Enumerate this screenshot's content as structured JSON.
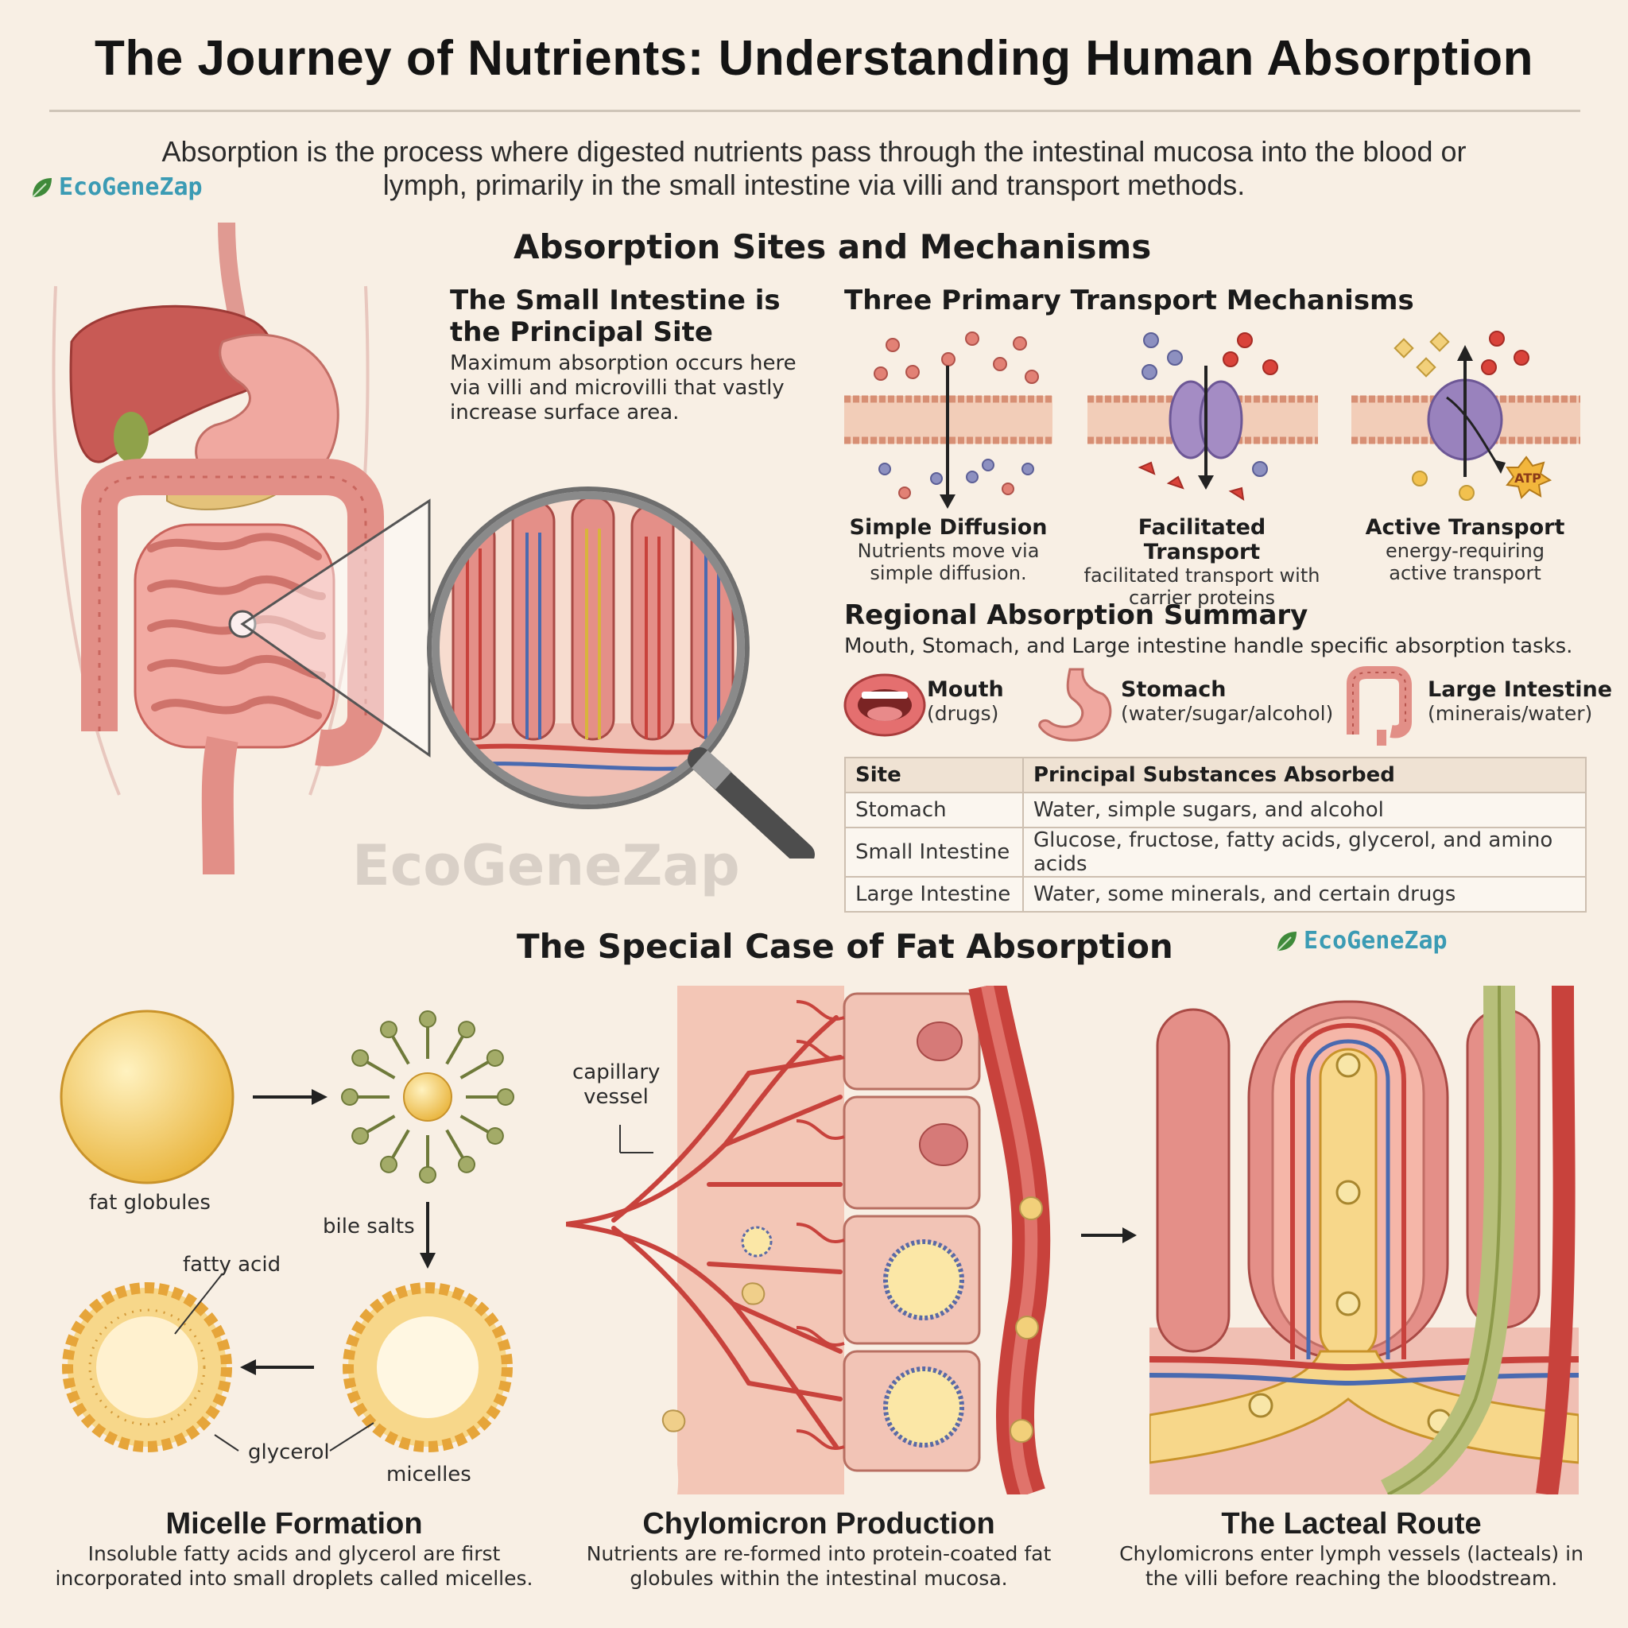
{
  "title": "The Journey of Nutrients: Understanding Human Absorption",
  "intro": "Absorption is the process where digested nutrients pass through the intestinal mucosa into the blood or lymph, primarily in the small intestine via villi and transport methods.",
  "brand": "EcoGeneZap",
  "watermark": "EcoGeneZap",
  "section1": {
    "heading": "Absorption Sites and Mechanisms",
    "principal": {
      "heading": "The Small Intestine is the Principal Site",
      "text": "Maximum absorption occurs here via villi and microvilli that vastly increase surface area."
    },
    "transport": {
      "heading": "Three Primary Transport Mechanisms",
      "items": [
        {
          "name": "Simple Diffusion",
          "desc": "Nutrients move via simple diffusion."
        },
        {
          "name": "Facilitated Transport",
          "desc": "facilitated transport with carrier proteins"
        },
        {
          "name": "Active Transport",
          "desc": "energy-requiring active transport"
        }
      ],
      "atp_label": "ATP"
    },
    "regional": {
      "heading": "Regional Absorption Summary",
      "text": "Mouth, Stomach, and Large intestine handle specific absorption tasks.",
      "organs": [
        {
          "name": "Mouth",
          "sub": "(drugs)"
        },
        {
          "name": "Stomach",
          "sub": "(water/sugar/alcohol)"
        },
        {
          "name": "Large Intestine",
          "sub": "(minerais/water)"
        }
      ]
    },
    "table": {
      "headers": [
        "Site",
        "Principal Substances Absorbed"
      ],
      "rows": [
        [
          "Stomach",
          "Water, simple sugars, and alcohol"
        ],
        [
          "Small Intestine",
          "Glucose, fructose, fatty acids, glycerol, and amino acids"
        ],
        [
          "Large Intestine",
          "Water, some minerals, and certain drugs"
        ]
      ]
    }
  },
  "section2": {
    "heading": "The Special Case of Fat Absorption",
    "labels": {
      "fat_globules": "fat globules",
      "bile_salts": "bile salts",
      "fatty_acid": "fatty acid",
      "glycerol": "glycerol",
      "micelles": "micelles",
      "capillary_vessel": "capillary vessel"
    },
    "captions": [
      {
        "title": "Micelle Formation",
        "text": "Insoluble fatty acids and glycerol are first incorporated into small droplets called micelles."
      },
      {
        "title": "Chylomicron Production",
        "text": "Nutrients are re-formed into protein-coated fat globules within the intestinal mucosa."
      },
      {
        "title": "The Lacteal Route",
        "text": "Chylomicrons enter lymph vessels (lacteals) in the villi before reaching the bloodstream."
      }
    ]
  },
  "colors": {
    "background": "#f8efe4",
    "brand": "#3b9bb4",
    "tissue": "#e59a93",
    "vessel_red": "#c8423c",
    "vessel_blue": "#4a6ab0",
    "fat_yellow": "#f2c14e",
    "protein_purple": "#a48cc4"
  }
}
